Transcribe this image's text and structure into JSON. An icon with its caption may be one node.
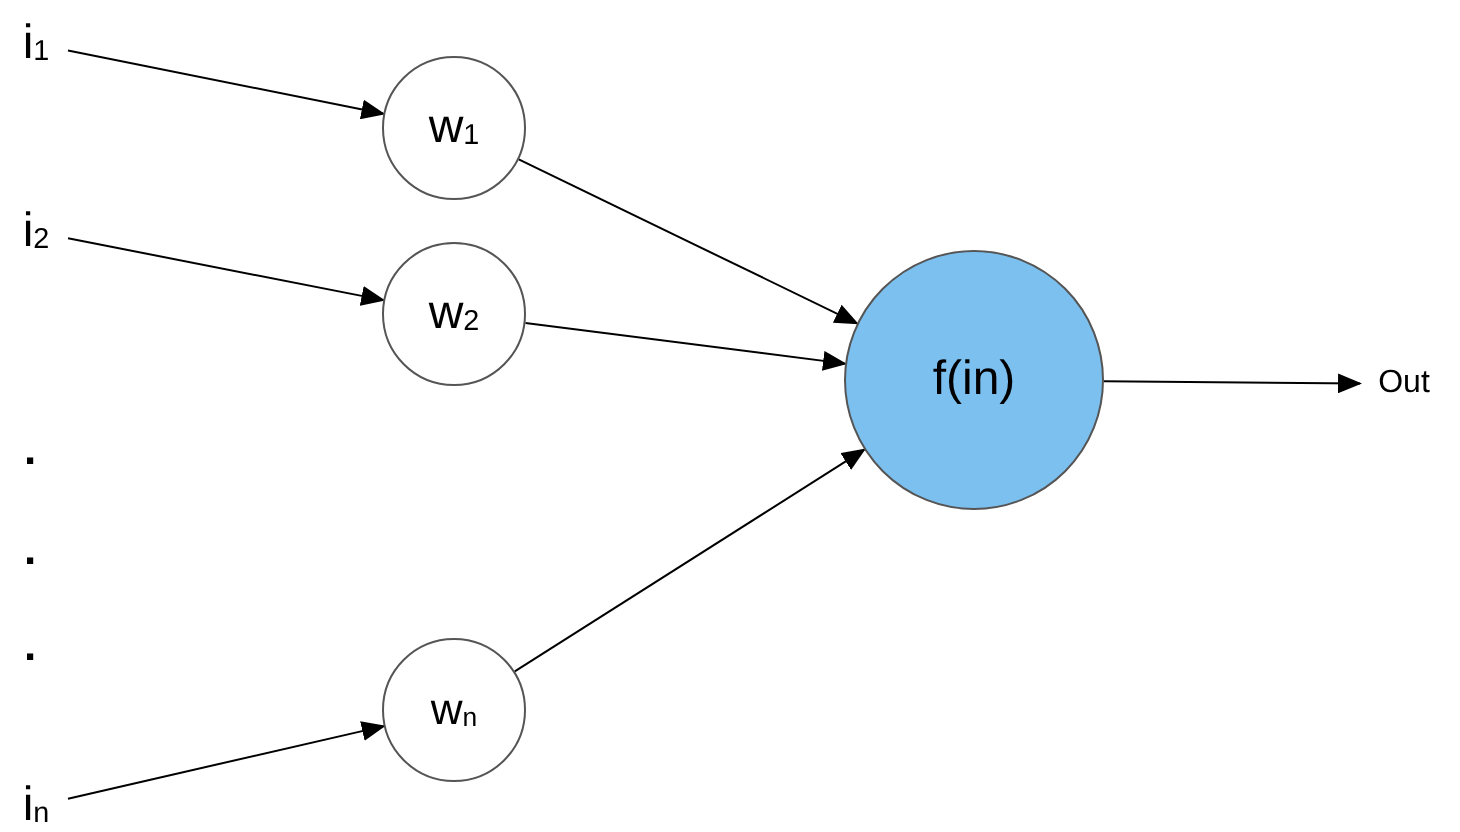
{
  "diagram": {
    "nodes": [
      {
        "text": [
          "i$_{1}$"
        ]
      },
      {
        "text": [
          "w$_{1}$"
        ]
      },
      {
        "text": [
          "i$_{2}$"
        ]
      },
      {
        "text": [
          "w$_{2}$"
        ]
      },
      {
        "text": [
          "f(in)"
        ]
      },
      {
        "text": [
          "Out"
        ]
      },
      {
        "text": [
          "w$_{n}$"
        ]
      },
      {
        "text": [
          "i$_{n}$"
        ]
      }
    ],
    "edges": [
      {
        "from": 0,
        "to": 1,
        "arrow": "to"
      },
      {
        "from": 2,
        "to": 3,
        "arrow": "to"
      },
      {
        "from": 7,
        "to": 6,
        "arrow": "to"
      },
      {
        "from": 1,
        "to": 4,
        "arrow": "to"
      },
      {
        "from": 3,
        "to": 4,
        "arrow": "to"
      },
      {
        "from": 6,
        "to": 4,
        "arrow": "to"
      },
      {
        "from": 4,
        "to": 5,
        "arrow": "to"
      }
    ],
    "labels": [
      ".",
      ".",
      "."
    ]
  }
}
